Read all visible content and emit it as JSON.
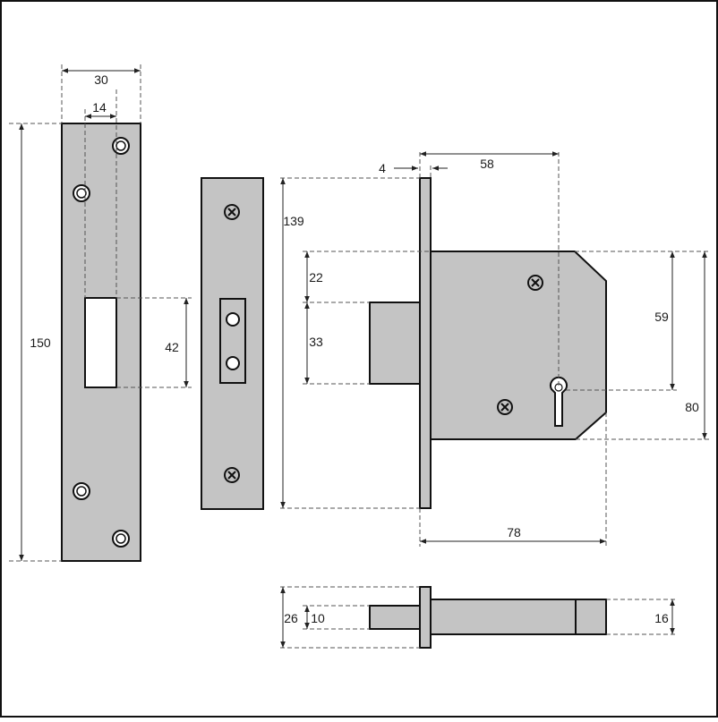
{
  "colors": {
    "part_fill": "#c4c4c4",
    "outline": "#111111",
    "background": "#ffffff"
  },
  "strike_plate": {
    "width": "30",
    "offset": "14",
    "height": "150",
    "opening": "42"
  },
  "forend": {
    "height": "139"
  },
  "lock_body": {
    "forend_thickness": "4",
    "backset": "58",
    "bolt_offset": "22",
    "bolt_height": "33",
    "keyhole_height": "59",
    "case_height": "80",
    "depth": "78"
  },
  "bolt_side": {
    "total": "26",
    "bolt": "10",
    "case": "16"
  }
}
